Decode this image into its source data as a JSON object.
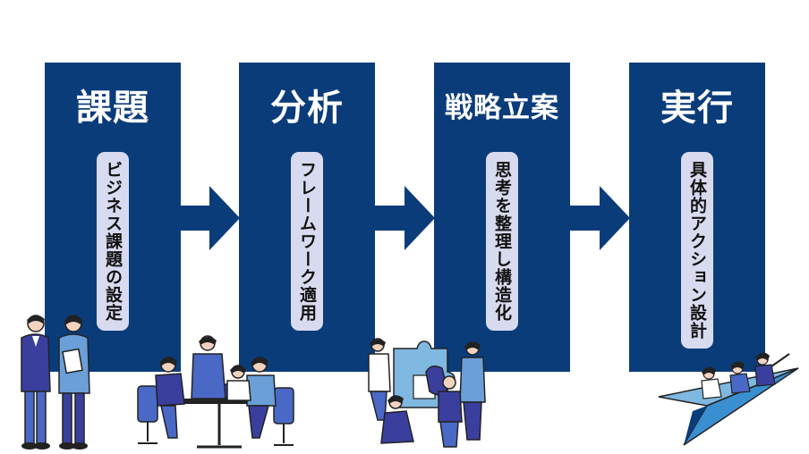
{
  "steps": [
    {
      "title": "課題",
      "description": "ビジネス課題の設定"
    },
    {
      "title": "分析",
      "description": "フレームワーク適用"
    },
    {
      "title": "戦略立案",
      "description": "思考を整理し構造化"
    },
    {
      "title": "実行",
      "description": "具体的アクション設計"
    }
  ],
  "colors": {
    "box": "#0b3c7a",
    "pill": "#d8dbef",
    "arrow": "#0b3c7a",
    "illustration_blue": "#3a3f9e",
    "illustration_light": "#7fb8e0"
  },
  "icons": [
    "right-arrow-icon",
    "business-people-illustration",
    "meeting-team-illustration",
    "puzzle-team-illustration",
    "paper-plane-team-illustration"
  ]
}
